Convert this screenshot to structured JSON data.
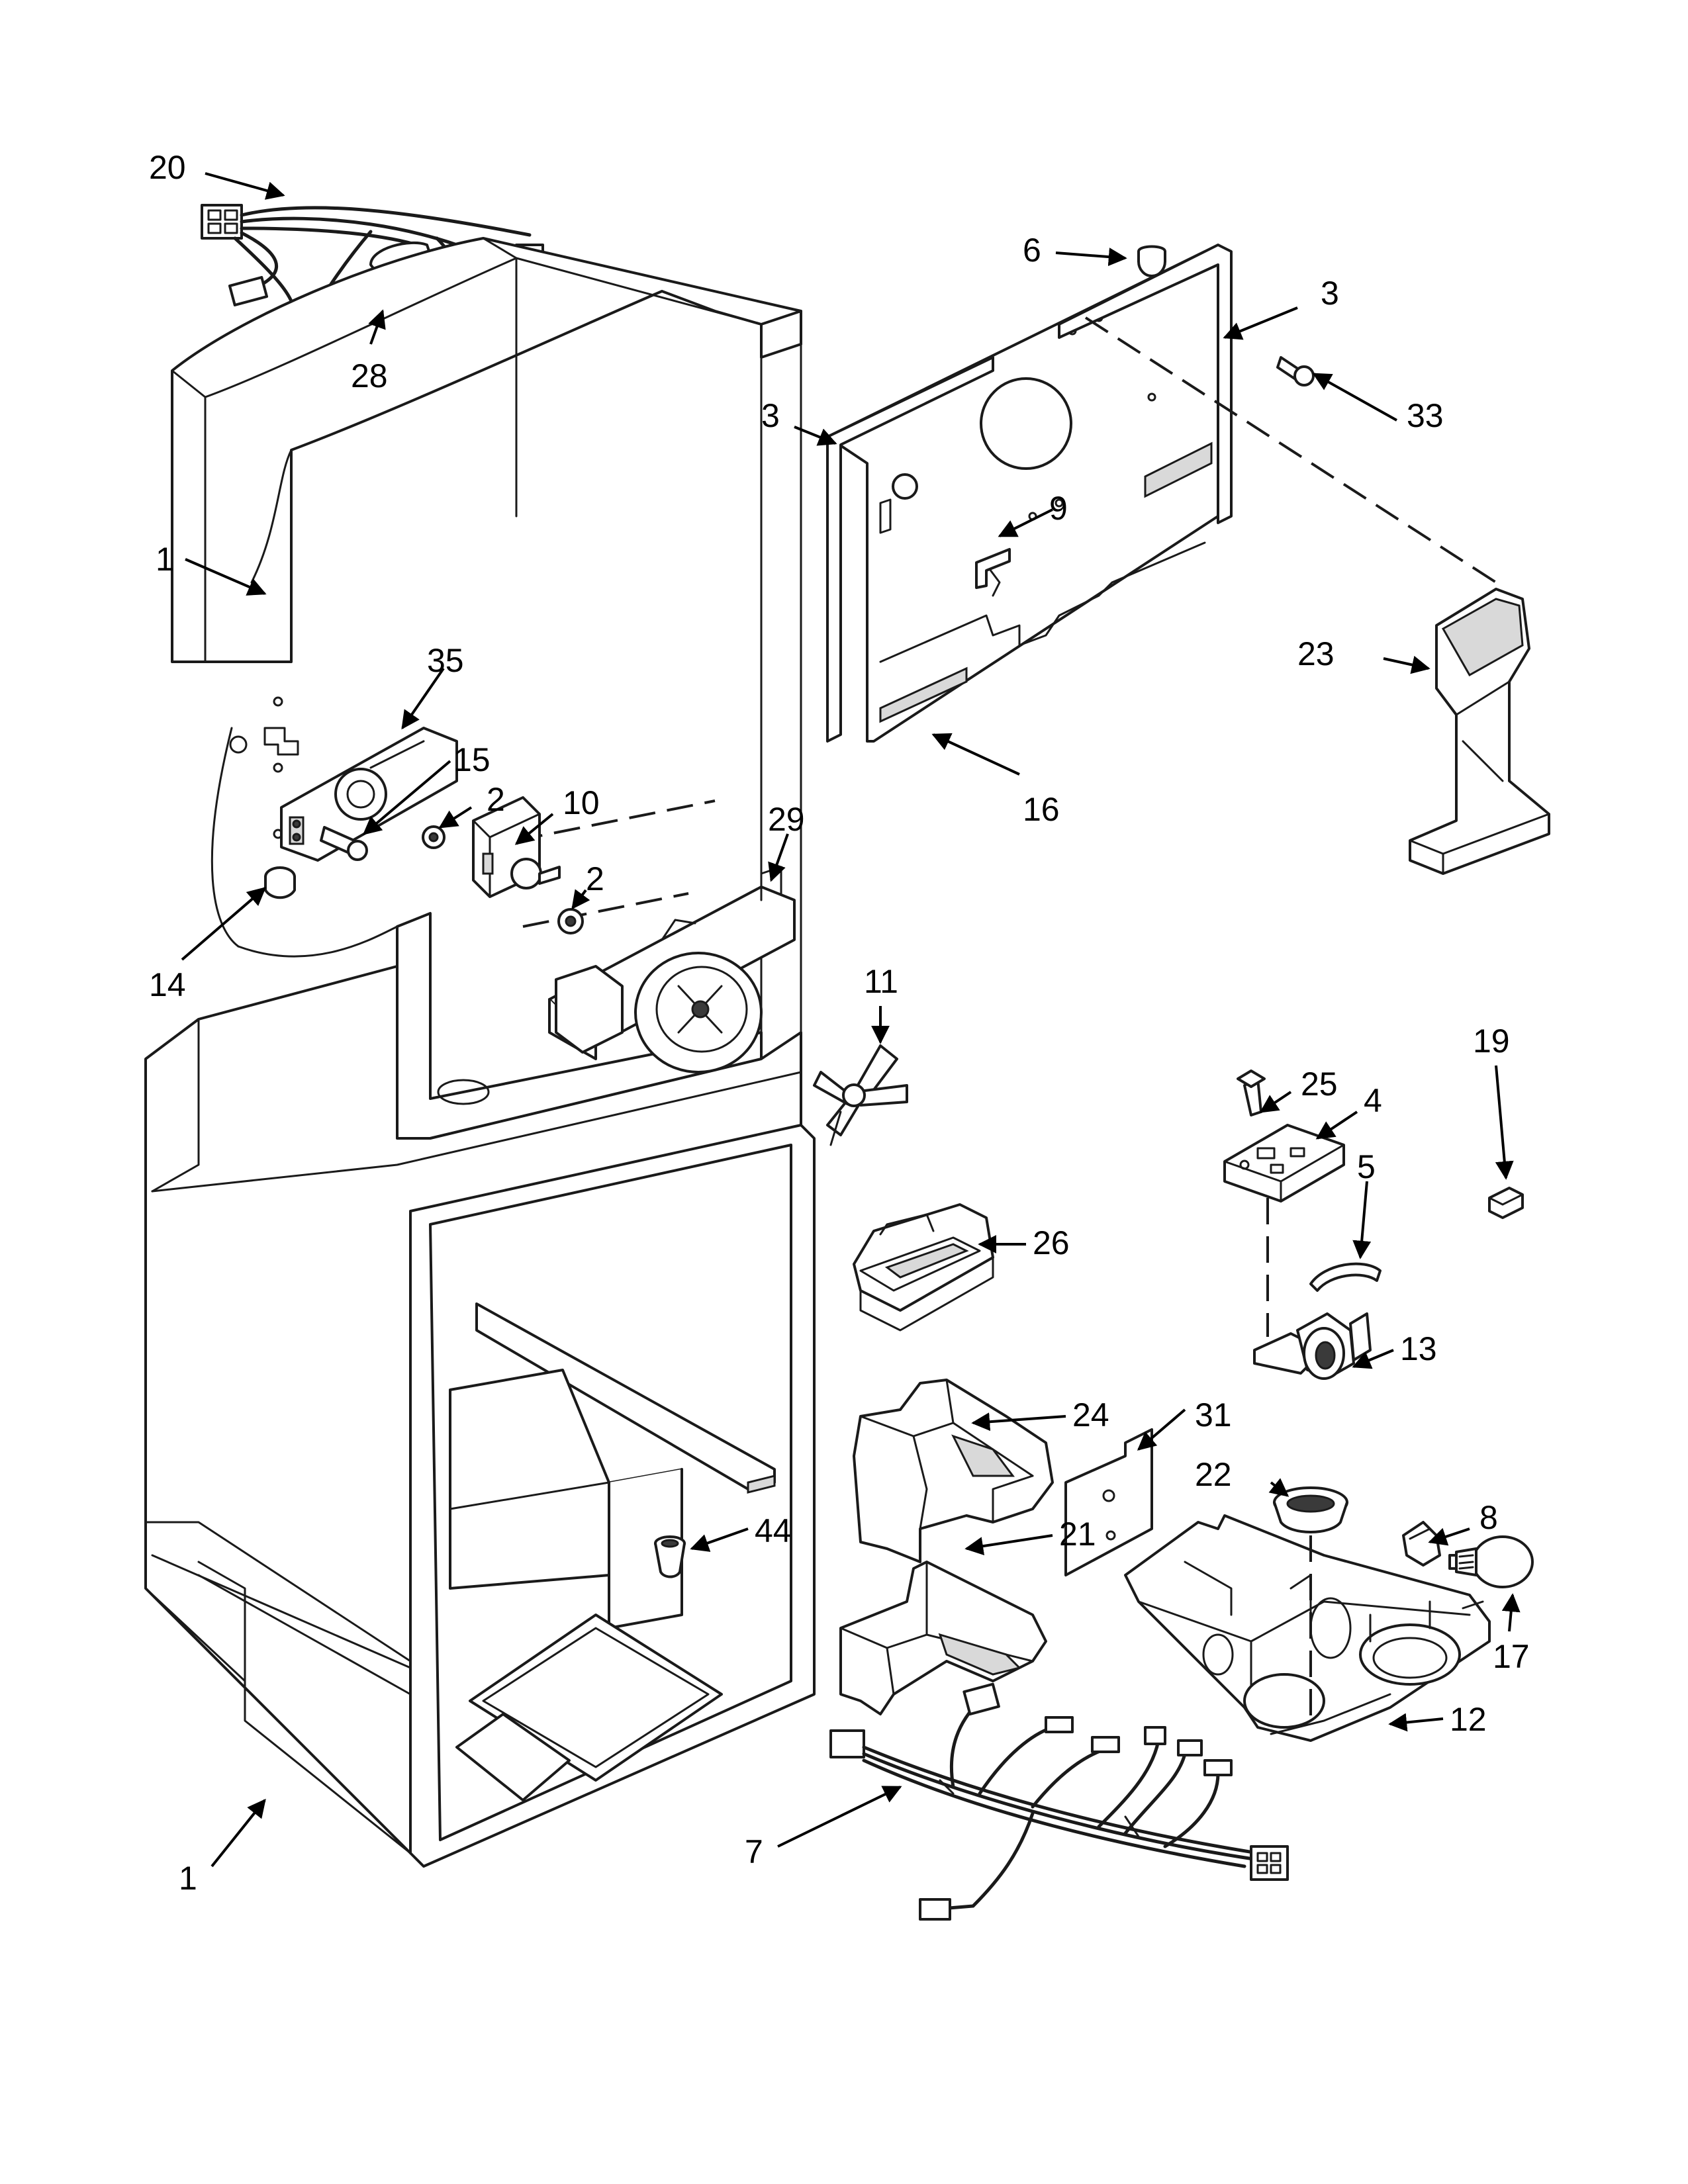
{
  "labels": {
    "p1_top": "1",
    "p1_bottom": "1",
    "p2_a": "2",
    "p2_b": "2",
    "p3_left": "3",
    "p3_right": "3",
    "p4": "4",
    "p5": "5",
    "p6": "6",
    "p7": "7",
    "p8": "8",
    "p9": "9",
    "p10": "10",
    "p11": "11",
    "p12": "12",
    "p13": "13",
    "p14": "14",
    "p15": "15",
    "p16": "16",
    "p17": "17",
    "p19": "19",
    "p20": "20",
    "p21": "21",
    "p22": "22",
    "p23": "23",
    "p24": "24",
    "p25": "25",
    "p26": "26",
    "p28": "28",
    "p29": "29",
    "p31": "31",
    "p33": "33",
    "p35": "35",
    "p44": "44"
  }
}
